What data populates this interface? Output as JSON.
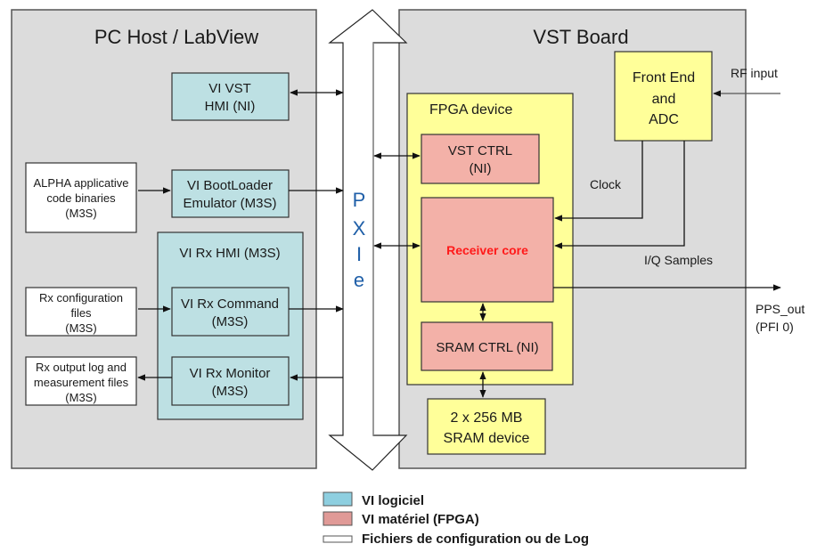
{
  "diagram": {
    "groups": {
      "pc_host": "PC Host / LabView",
      "vst_board": "VST Board",
      "fpga_device": "FPGA device",
      "rx_hmi": "VI Rx HMI (M3S)"
    },
    "bus": {
      "label_chars": [
        "P",
        "X",
        "I",
        "e"
      ],
      "name": "PXIe"
    },
    "blocks": {
      "vi_vst_hmi": [
        "VI VST",
        "HMI (NI)"
      ],
      "vi_bootloader": [
        "VI BootLoader",
        "Emulator (M3S)"
      ],
      "vi_rx_command": [
        "VI Rx Command",
        "(M3S)"
      ],
      "vi_rx_monitor": [
        "VI Rx Monitor",
        "(M3S)"
      ],
      "alpha_binaries": [
        "ALPHA applicative",
        "code binaries",
        "(M3S)"
      ],
      "rx_config_files": [
        "Rx configuration",
        "files",
        "(M3S)"
      ],
      "rx_output_files": [
        "Rx output log and",
        "measurement files",
        "(M3S)"
      ],
      "vst_ctrl": [
        "VST CTRL",
        "(NI)"
      ],
      "receiver_core": "Receiver core",
      "sram_ctrl": "SRAM CTRL (NI)",
      "front_end": [
        "Front End",
        "and",
        "ADC"
      ],
      "sram_device": [
        "2 x 256 MB",
        "SRAM device"
      ]
    },
    "signals": {
      "rf_input": "RF input",
      "clock": "Clock",
      "iq_samples": "I/Q Samples",
      "pps_out": [
        "PPS_out",
        "(PFI 0)"
      ]
    }
  },
  "legend": [
    {
      "label": "VI logiciel",
      "color": "#8ecfe0"
    },
    {
      "label": "VI matériel (FPGA)",
      "color": "#e09a97"
    },
    {
      "label": "Fichiers de configuration ou de Log",
      "color": "#ffffff"
    }
  ],
  "colors": {
    "group_bg": "#dcdcdc",
    "vi_software": "#bde0e3",
    "vi_hardware": "#f3b1a8",
    "fpga_yellow": "#ffff99",
    "receiver_core_text": "#ff1a1a",
    "pxie_text": "#1f5fa8"
  }
}
